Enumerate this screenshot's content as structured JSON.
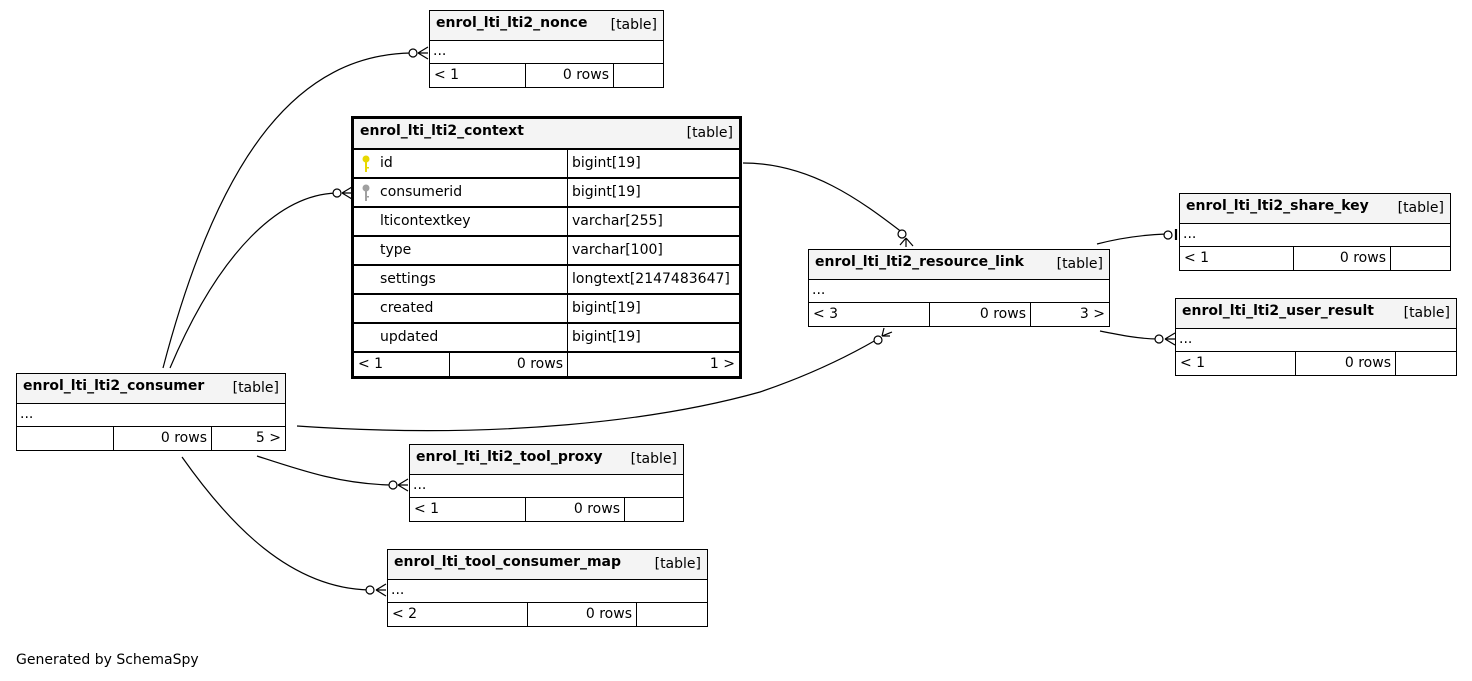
{
  "tables": {
    "nonce": {
      "name": "enrol_lti_lti2_nonce",
      "type": "[table]",
      "ellipsis": "...",
      "footer": [
        "< 1",
        "0 rows",
        ""
      ]
    },
    "context": {
      "name": "enrol_lti_lti2_context",
      "type": "[table]",
      "columns": [
        {
          "name": "id",
          "type": "bigint[19]",
          "key": "primary"
        },
        {
          "name": "consumerid",
          "type": "bigint[19]",
          "key": "foreign"
        },
        {
          "name": "lticontextkey",
          "type": "varchar[255]",
          "key": ""
        },
        {
          "name": "type",
          "type": "varchar[100]",
          "key": ""
        },
        {
          "name": "settings",
          "type": "longtext[2147483647]",
          "key": ""
        },
        {
          "name": "created",
          "type": "bigint[19]",
          "key": ""
        },
        {
          "name": "updated",
          "type": "bigint[19]",
          "key": ""
        }
      ],
      "footer": [
        "< 1",
        "0 rows",
        "1 >"
      ]
    },
    "share_key": {
      "name": "enrol_lti_lti2_share_key",
      "type": "[table]",
      "ellipsis": "...",
      "footer": [
        "< 1",
        "0 rows",
        ""
      ]
    },
    "resource_link": {
      "name": "enrol_lti_lti2_resource_link",
      "type": "[table]",
      "ellipsis": "...",
      "footer": [
        "< 3",
        "0 rows",
        "3 >"
      ]
    },
    "user_result": {
      "name": "enrol_lti_lti2_user_result",
      "type": "[table]",
      "ellipsis": "...",
      "footer": [
        "< 1",
        "0 rows",
        ""
      ]
    },
    "consumer": {
      "name": "enrol_lti_lti2_consumer",
      "type": "[table]",
      "ellipsis": "...",
      "footer": [
        "",
        "0 rows",
        "5 >"
      ]
    },
    "tool_proxy": {
      "name": "enrol_lti_lti2_tool_proxy",
      "type": "[table]",
      "ellipsis": "...",
      "footer": [
        "< 1",
        "0 rows",
        ""
      ]
    },
    "tool_consumer_map": {
      "name": "enrol_lti_tool_consumer_map",
      "type": "[table]",
      "ellipsis": "...",
      "footer": [
        "< 2",
        "0 rows",
        ""
      ]
    }
  },
  "colors": {
    "header_bg": "#f4f4f4",
    "primary_key": "#e8d800",
    "foreign_key": "#a0a0a0",
    "line": "#000000"
  },
  "credit": "Generated by SchemaSpy"
}
